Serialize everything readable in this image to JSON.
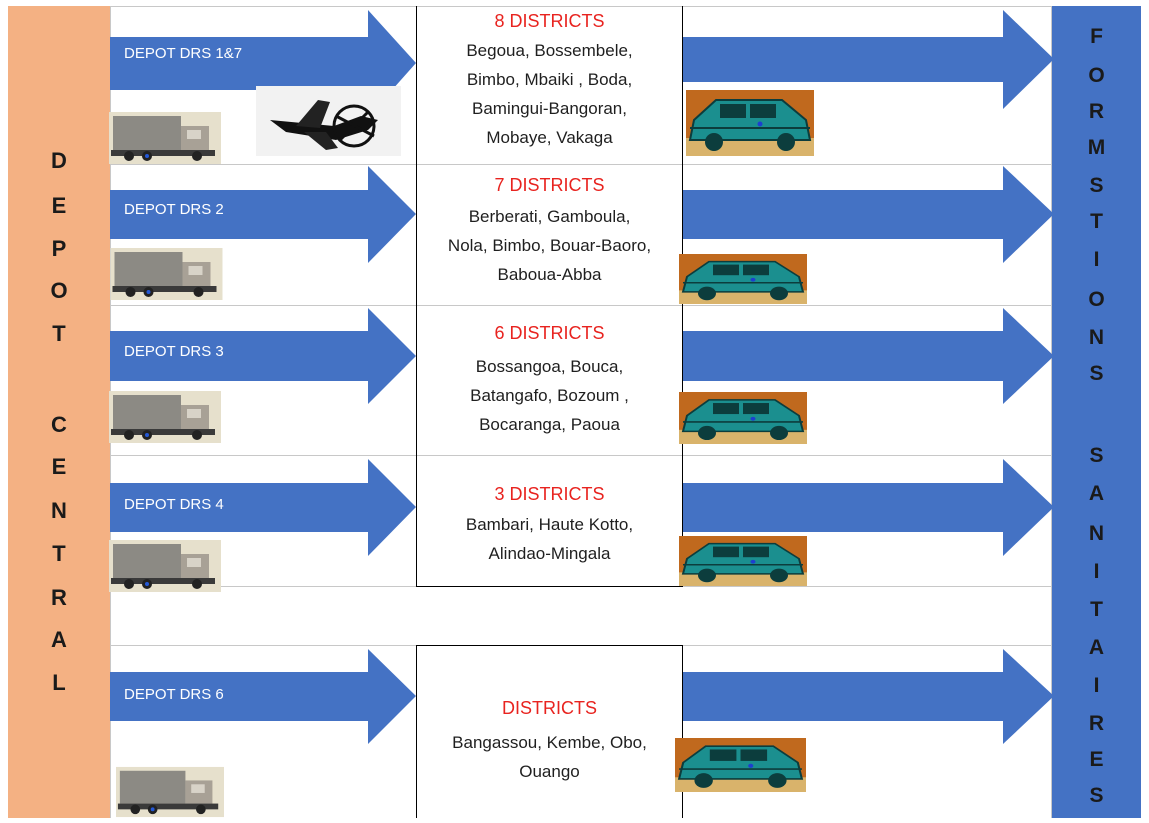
{
  "left_label": [
    "D",
    "E",
    "P",
    "O",
    "T",
    "",
    "C",
    "E",
    "N",
    "T",
    "R",
    "A",
    "L"
  ],
  "right_label": [
    "F",
    "O",
    "R",
    "M",
    "S",
    "T",
    "I",
    "O",
    "N",
    "S",
    "",
    "S",
    "A",
    "N",
    "I",
    "T",
    "A",
    "I",
    "R",
    "E",
    "S"
  ],
  "rows": [
    {
      "depot": "DEPOT DRS 1&7",
      "title": "8 DISTRICTS",
      "lines": [
        "Begoua, Bossembele,",
        "Bimbo, Mbaiki , Boda,",
        "Bamingui-Bangoran,",
        "Mobaye, Vakaga"
      ]
    },
    {
      "depot": "DEPOT DRS 2",
      "title": "7 DISTRICTS",
      "lines": [
        "Berberati, Gamboula,",
        "Nola, Bimbo, Bouar-Baoro,",
        "Baboua-Abba"
      ]
    },
    {
      "depot": "DEPOT DRS 3",
      "title": "6 DISTRICTS",
      "lines": [
        "Bossangoa, Bouca,",
        "Batangafo, Bozoum ,",
        "Bocaranga, Paoua"
      ]
    },
    {
      "depot": "DEPOT DRS 4",
      "title": "3 DISTRICTS",
      "lines": [
        "Bambari, Haute Kotto,",
        "Alindao-Mingala"
      ]
    },
    {
      "depot": "DEPOT DRS 6",
      "title": "DISTRICTS",
      "lines": [
        "Bangassou, Kembe, Obo,",
        "Ouango"
      ]
    }
  ],
  "colors": {
    "left_col": "#f4b183",
    "right_col": "#4472c4",
    "arrow": "#4472c4",
    "district_title": "#e8231f"
  }
}
